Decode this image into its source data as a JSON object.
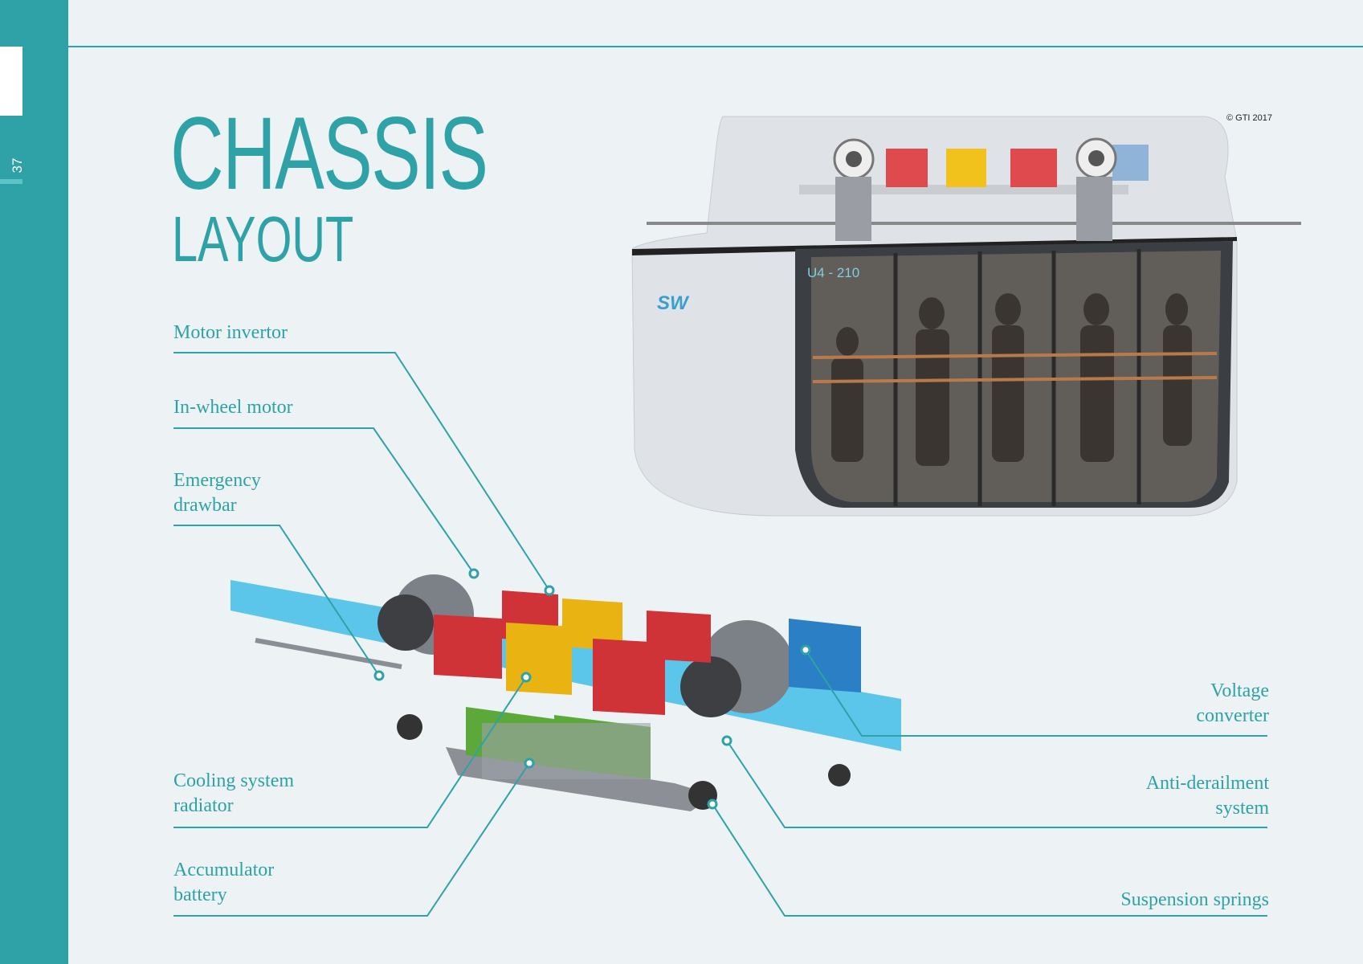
{
  "page_number": "37",
  "title": {
    "line1": "CHASSIS",
    "line2": "LAYOUT"
  },
  "copyright": "© GTI 2017",
  "vehicle": {
    "route_label": "U4 - 210",
    "logo": "SW"
  },
  "labels_left": [
    {
      "l1": "Motor invertor",
      "l2": ""
    },
    {
      "l1": "In-wheel motor",
      "l2": ""
    },
    {
      "l1": "Emergency",
      "l2": "drawbar"
    },
    {
      "l1": "Cooling system",
      "l2": "radiator"
    },
    {
      "l1": "Accumulator",
      "l2": "battery"
    }
  ],
  "labels_right": [
    {
      "l1": "Voltage",
      "l2": "converter"
    },
    {
      "l1": "Anti-derailment",
      "l2": "system"
    },
    {
      "l1": "Suspension springs",
      "l2": ""
    }
  ],
  "colors": {
    "accent": "#2ea2a6",
    "background": "#edf2f4"
  }
}
